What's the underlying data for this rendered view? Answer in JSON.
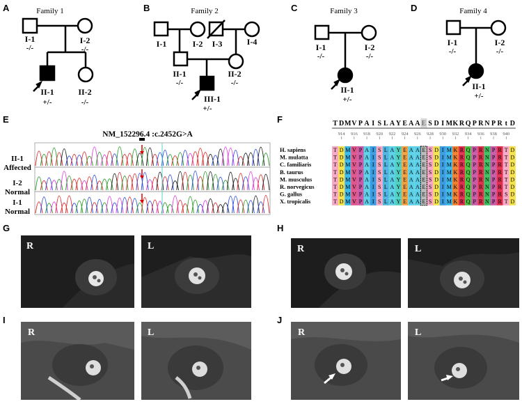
{
  "panels": {
    "A": "A",
    "B": "B",
    "C": "C",
    "D": "D",
    "E": "E",
    "F": "F",
    "G": "G",
    "H": "H",
    "I": "I",
    "J": "J"
  },
  "pedigrees": {
    "family1": {
      "title": "Family 1",
      "I1": {
        "id": "I-1",
        "genotype": "-/-"
      },
      "I2": {
        "id": "I-2",
        "genotype": "-/-"
      },
      "II1": {
        "id": "II-1",
        "genotype": "+/-"
      },
      "II2": {
        "id": "II-2",
        "genotype": "-/-"
      }
    },
    "family2": {
      "title": "Family 2",
      "I1": {
        "id": "I-1"
      },
      "I2": {
        "id": "I-2"
      },
      "I3": {
        "id": "I-3"
      },
      "I4": {
        "id": "I-4"
      },
      "II1": {
        "id": "II-1",
        "genotype": "-/-"
      },
      "II2": {
        "id": "II-2",
        "genotype": "-/-"
      },
      "III1": {
        "id": "III-1",
        "genotype": "+/-"
      }
    },
    "family3": {
      "title": "Family 3",
      "I1": {
        "id": "I-1",
        "genotype": "-/-"
      },
      "I2": {
        "id": "I-2",
        "genotype": "-/-"
      },
      "II1": {
        "id": "II-1",
        "genotype": "+/-"
      }
    },
    "family4": {
      "title": "Family 4",
      "I1": {
        "id": "I-1",
        "genotype": "-/-"
      },
      "I2": {
        "id": "I-2",
        "genotype": "-/-"
      },
      "II1": {
        "id": "II-1",
        "genotype": "+/-"
      }
    }
  },
  "sequencing": {
    "title": "NM_152296.4 :c.2452G>A",
    "rows": [
      {
        "id": "II-1",
        "status": "Affected"
      },
      {
        "id": "I-2",
        "status": "Normal"
      },
      {
        "id": "I-1",
        "status": "Normal"
      }
    ],
    "trace_colors": [
      "#2f9e2f",
      "#222222",
      "#e03030",
      "#3050e0",
      "#e040e0"
    ]
  },
  "alignment": {
    "header": [
      "T",
      "D",
      "M",
      "V",
      "P",
      "A",
      "I",
      "S",
      "L",
      "A",
      "Y",
      "E",
      "A",
      "A",
      "E",
      "S",
      "D",
      "I",
      "M",
      "K",
      "R",
      "Q",
      "P",
      "R",
      "N",
      "P",
      "R",
      "t",
      "D"
    ],
    "positions": [
      "914",
      "916",
      "918",
      "920",
      "922",
      "924",
      "926",
      "928",
      "930",
      "932",
      "934",
      "936",
      "938",
      "940"
    ],
    "species": [
      {
        "name": "H. sapiens",
        "seq": "TDMVPAISLAYEAAESDIMKRQPRNPRTD"
      },
      {
        "name": "M. mulatta",
        "seq": "TDMVPAISLAYEAAESDIMKRQPRNPRTD"
      },
      {
        "name": "C. familiaris",
        "seq": "TDMVPAISLAYEAAESDIMKRQPRNPRTD"
      },
      {
        "name": "B. taurus",
        "seq": "TDMVPAISLAYEAAESDIMKRQPRNPRTD"
      },
      {
        "name": "M. musculus",
        "seq": "TDMVPAISLAYEAAESDIMKRQPRNPRTD"
      },
      {
        "name": "R. norvegicus",
        "seq": "TDMVPAISLAYEAAESDIMKRQPRNPRTD"
      },
      {
        "name": "G. gallus",
        "seq": "TDMVPAISLAYEAAESDIMKRQPRNPRSD"
      },
      {
        "name": "X. tropicalis",
        "seq": "TDMVPAISLAYEAAESDIMKRQPRNPRTD"
      }
    ],
    "highlight_index": 14,
    "residue_colors": {
      "T": "#f7a8c4",
      "D": "#f5e14a",
      "M": "#3bb6e8",
      "V": "#e0558a",
      "P": "#c85aa8",
      "A": "#5bd0e6",
      "I": "#3a9be0",
      "S": "#f7a8c4",
      "L": "#4fb4e0",
      "Y": "#4fd0c0",
      "E": "#f0a040",
      "K": "#f08030",
      "R": "#e03050",
      "Q": "#50c040",
      "N": "#40c060"
    }
  },
  "mri": {
    "right_label": "R",
    "left_label": "L"
  }
}
